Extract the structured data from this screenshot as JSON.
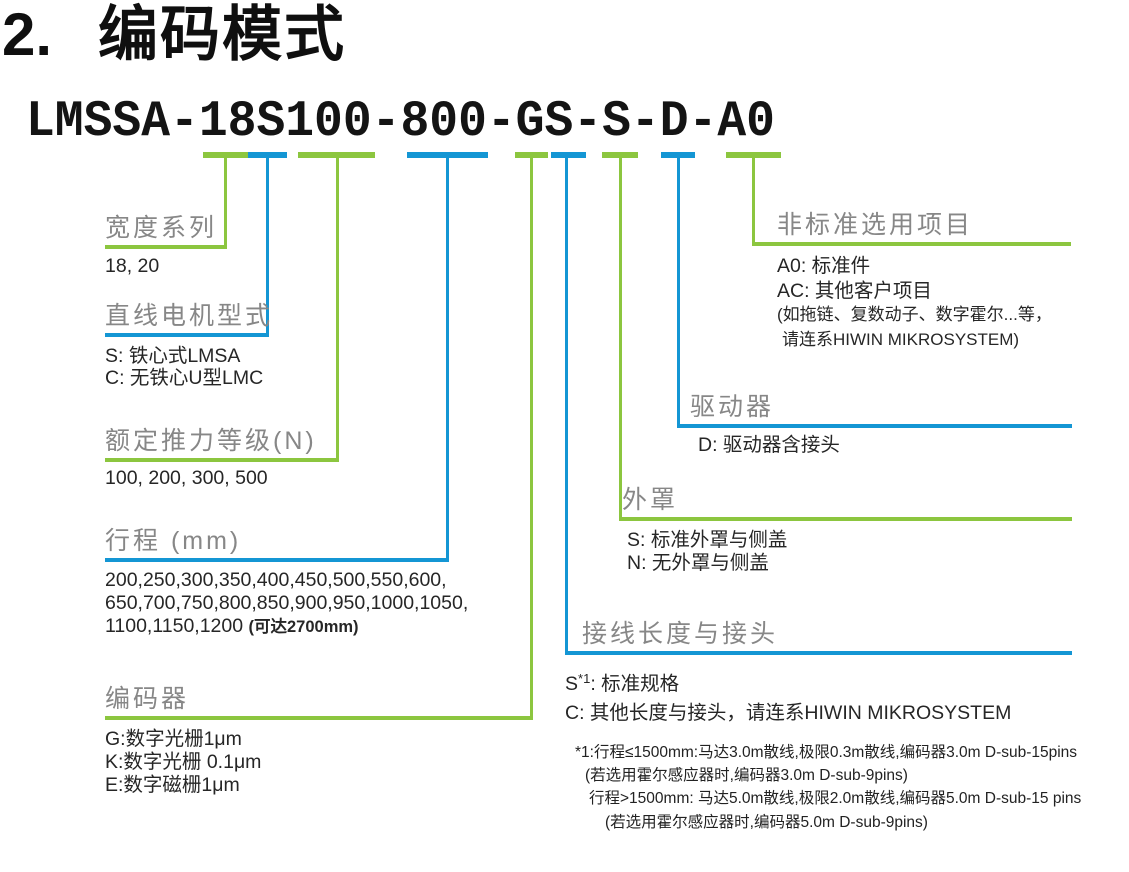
{
  "colors": {
    "green": "#8CC63F",
    "blue": "#1496D4",
    "heading_gray": "#878787",
    "body_text": "#262626",
    "title_black": "#0F0F0F"
  },
  "title": {
    "number": "2.",
    "text": "编码模式"
  },
  "model_code": "LMSSA-18S100-800-GS-S-D-A0",
  "code_segments": [
    {
      "code": "18",
      "color": "green"
    },
    {
      "code": "S",
      "color": "blue"
    },
    {
      "code": "100",
      "color": "green"
    },
    {
      "code": "800",
      "color": "blue"
    },
    {
      "code": "G",
      "color": "green"
    },
    {
      "code": "S",
      "color": "blue"
    },
    {
      "code": "S",
      "color": "green"
    },
    {
      "code": "D",
      "color": "blue"
    },
    {
      "code": "A0",
      "color": "green"
    }
  ],
  "legend": {
    "width_series": {
      "heading": "宽度系列",
      "value": "18, 20"
    },
    "motor_type": {
      "heading": "直线电机型式",
      "lines": [
        "S: 铁心式LMSA",
        "C: 无铁心U型LMC"
      ]
    },
    "thrust": {
      "heading": "额定推力等级(N)",
      "value": "100, 200, 300, 500"
    },
    "stroke": {
      "heading": "行程 (mm)",
      "lines": [
        "200,250,300,350,400,450,500,550,600,",
        "650,700,750,800,850,900,950,1000,1050,",
        "1100,1150,1200 "
      ],
      "note": "(可达2700mm)"
    },
    "encoder": {
      "heading": "编码器",
      "lines": [
        "G:数字光栅1μm",
        "K:数字光栅 0.1μm",
        "E:数字磁栅1μm"
      ]
    },
    "wiring": {
      "heading": "接线长度与接头",
      "s_pre": "S",
      "s_sup": "*1",
      "s_post": ": 标准规格",
      "c_line": "C: 其他长度与接头，请连系HIWIN MIKROSYSTEM",
      "footnote": [
        "*1:行程≤1500mm:马达3.0m散线,极限0.3m散线,编码器3.0m D-sub-15pins",
        "(若选用霍尔感应器时,编码器3.0m D-sub-9pins)",
        "行程>1500mm: 马达5.0m散线,极限2.0m散线,编码器5.0m D-sub-15 pins",
        "(若选用霍尔感应器时,编码器5.0m D-sub-9pins)"
      ]
    },
    "cover": {
      "heading": "外罩",
      "lines": [
        "S: 标准外罩与侧盖",
        "N: 无外罩与侧盖"
      ]
    },
    "driver": {
      "heading": "驱动器",
      "lines": [
        "D: 驱动器含接头"
      ]
    },
    "options": {
      "heading": "非标准选用项目",
      "lines": [
        "A0: 标准件",
        "AC: 其他客户项目",
        "(如拖链、复数动子、数字霍尔...等，",
        "请连系HIWIN MIKROSYSTEM)"
      ]
    }
  }
}
